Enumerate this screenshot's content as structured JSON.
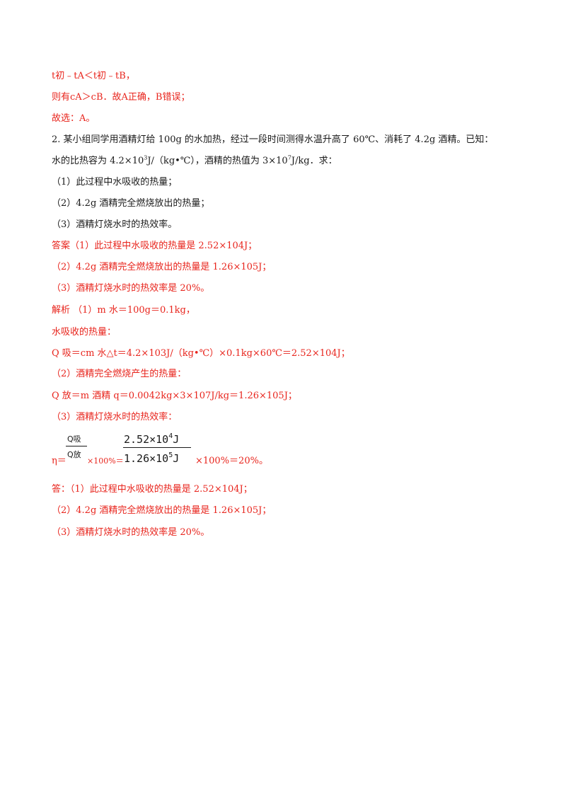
{
  "lines": {
    "l1": "t初﹣tA＜t初﹣tB，",
    "l2": "则有cA＞cB．故A正确，B错误；",
    "l3": "故选：A。",
    "q2_a": "2.  某小组同学用酒精灯给 100g 的水加热，经过一段时间测得水温升高了 60℃、消耗了 4.2g 酒精。已知：",
    "q2_b_pre": "水的比热容为 4.2×10",
    "q2_b_sup1": "3",
    "q2_b_mid": "J/（kg•℃），酒精的热值为 3×10",
    "q2_b_sup2": "7",
    "q2_b_post": "J/kg．求：",
    "q2_1": "（1）此过程中水吸收的热量；",
    "q2_2": "（2）4.2g 酒精完全燃烧放出的热量；",
    "q2_3": "（3）酒精灯烧水时的热效率。",
    "ans1": "答案（1）此过程中水吸收的热量是 2.52×104J；",
    "ans2": "（2）4.2g 酒精完全燃烧放出的热量是 1.26×105J；",
    "ans3": "（3）酒精灯烧水时的热效率是 20%。",
    "ana1": "解析  （1）m 水＝100g＝0.1kg，",
    "ana2": "水吸收的热量：",
    "ana3": "Q 吸＝cm 水△t＝4.2×103J/（kg•℃）×0.1kg×60℃＝2.52×104J；",
    "ana4": "（2）酒精完全燃烧产生的热量：",
    "ana5": "Q 放＝m 酒精 q＝0.0042kg×3×107J/kg＝1.26×105J；",
    "ana6": "（3）酒精灯烧水时的热效率：",
    "eta_prefix": "η＝",
    "eta_mid": "×100%＝",
    "eta_suffix": "×100%＝20%。",
    "frac1_num": "Q吸",
    "frac1_den": "Q放",
    "frac2_num_base": "2.52×10",
    "frac2_num_exp": "4",
    "frac2_num_unit": "J",
    "frac2_den_base": "1.26×10",
    "frac2_den_exp": "5",
    "frac2_den_unit": "J",
    "fin1": "答：（1）此过程中水吸收的热量是 2.52×104J；",
    "fin2": "（2）4.2g 酒精完全燃烧放出的热量是 1.26×105J；",
    "fin3": "（3）酒精灯烧水时的热效率是 20%。"
  },
  "colors": {
    "answer": "#e8241c",
    "text": "#1a1a1a"
  }
}
